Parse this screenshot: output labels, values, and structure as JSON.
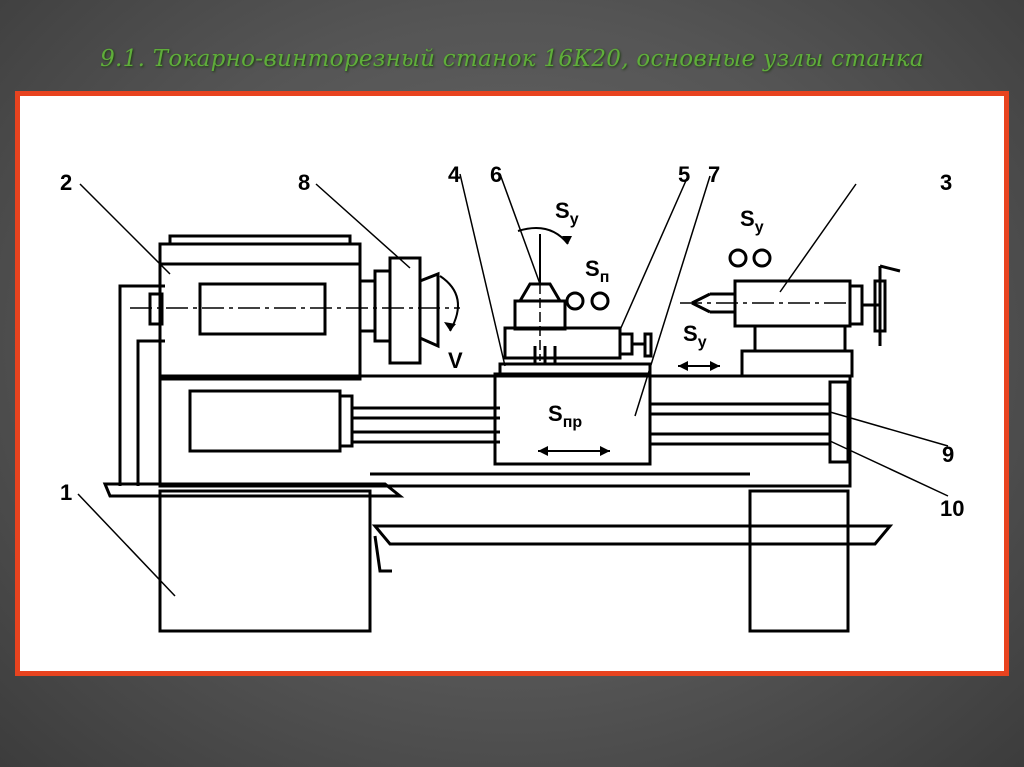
{
  "slide": {
    "title": "9.1. Токарно-винторезный станок 16К20, основные узлы станка"
  },
  "diagram": {
    "part_numbers": {
      "p1": "1",
      "p2": "2",
      "p3": "3",
      "p4": "4",
      "p5": "5",
      "p6": "6",
      "p7": "7",
      "p8": "8",
      "p9": "9",
      "p10": "10"
    },
    "symbols": {
      "v": "V",
      "s": "S",
      "sub_y": "у",
      "sub_p": "п",
      "sub_pr": "пр"
    }
  }
}
